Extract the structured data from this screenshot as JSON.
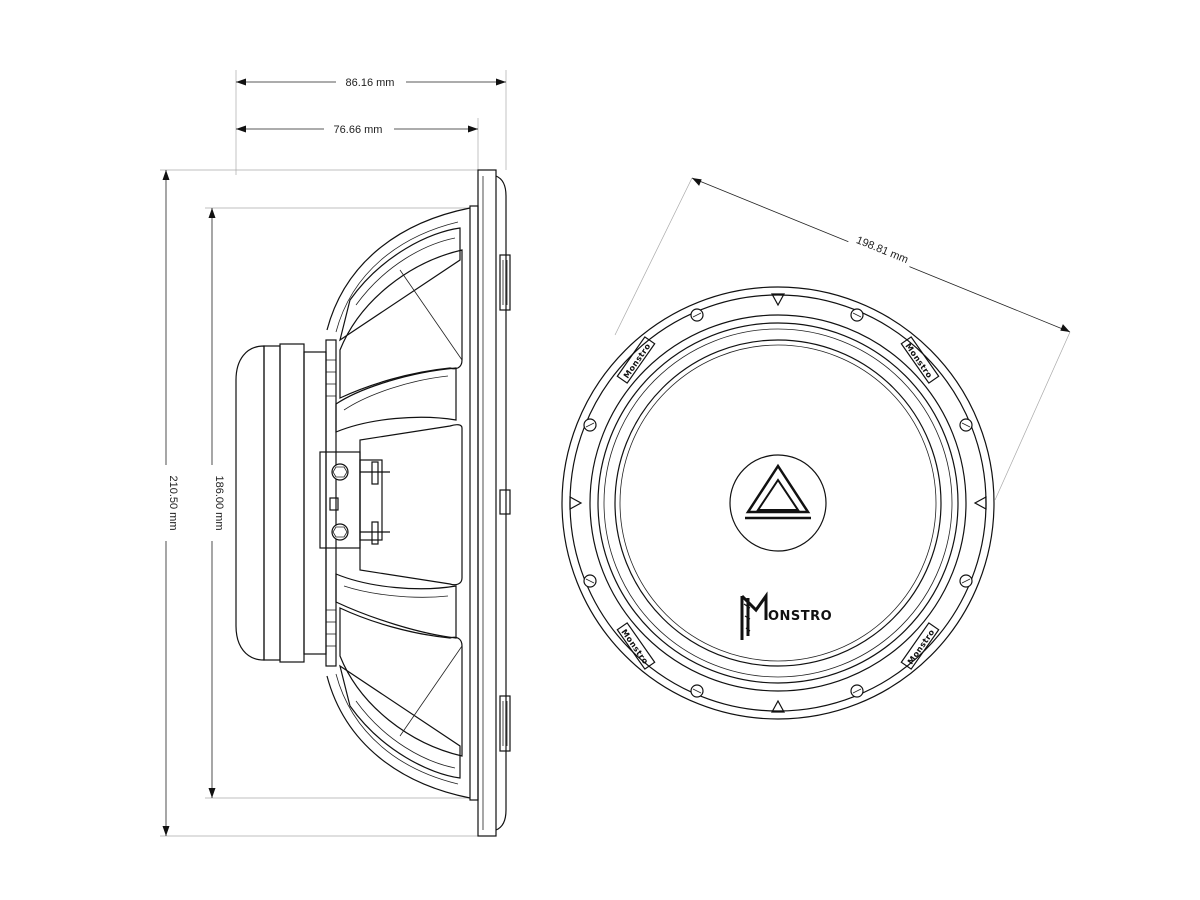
{
  "dimensions": {
    "overall_depth": "86.16 mm",
    "mounting_depth": "76.66 mm",
    "outer_diameter": "210.50 mm",
    "cutout_diameter": "186.00 mm",
    "bolt_circle": "198.81 mm"
  },
  "brand": {
    "logo_text": "ONSTRO",
    "rim_text": "Monstro"
  },
  "icons": {
    "dust_cap_logo": "triangle-logo-icon",
    "rim_marker": "triangle-marker-icon",
    "mount_hole": "bolt-hole-icon"
  }
}
